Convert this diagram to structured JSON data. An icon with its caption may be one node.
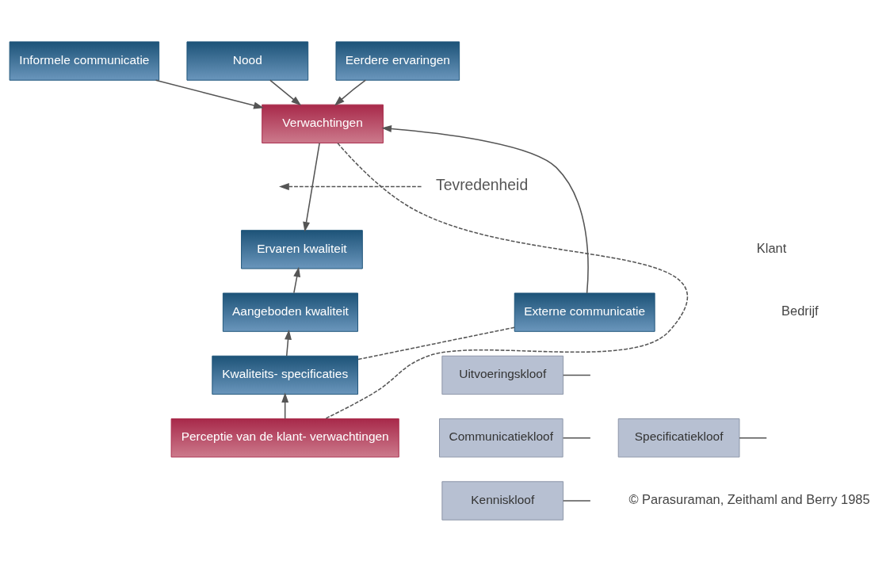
{
  "diagram": {
    "nodes": [
      {
        "text": [
          "Informele communicatie"
        ]
      },
      {
        "text": [
          "Nood"
        ]
      },
      {
        "text": [
          "Eerdere ervaringen"
        ]
      },
      {
        "text": [
          "Verwachtingen"
        ]
      },
      {
        "text": [
          "Tevredenheid"
        ]
      },
      {
        "text": [
          "Ervaren kwaliteit"
        ]
      },
      {
        "text": [
          "Aangeboden kwaliteit"
        ]
      },
      {
        "text": [
          "Externe communicatie"
        ]
      },
      {
        "text": [
          "Kwaliteits- specificaties"
        ]
      },
      {
        "text": [
          "Perceptie van de klant- verwachtingen"
        ]
      },
      {
        "text": [
          "Uitvoeringskloof"
        ]
      },
      {
        "text": [
          "Specificatiekloof"
        ]
      },
      {
        "text": [
          "Communicatiekloof"
        ]
      },
      {
        "text": [
          "Kenniskloof"
        ]
      }
    ],
    "edges": [
      {
        "from": 0,
        "to": 3,
        "arrow": "to"
      },
      {
        "from": 1,
        "to": 3,
        "arrow": "to"
      },
      {
        "from": 2,
        "to": 3,
        "arrow": "to"
      },
      {
        "from": 3,
        "to": 5,
        "arrow": "to"
      },
      {
        "from": 4,
        "to": null,
        "arrow": "to",
        "style": "dashed"
      },
      {
        "from": 6,
        "to": 5,
        "arrow": "to"
      },
      {
        "from": 7,
        "to": 3,
        "arrow": "to"
      },
      {
        "from": 8,
        "to": 6,
        "arrow": "to"
      },
      {
        "from": 9,
        "to": 8,
        "arrow": "to"
      },
      {
        "from": 3,
        "to": 9,
        "arrow": "none",
        "style": "dashed"
      },
      {
        "from": 8,
        "to": 7,
        "arrow": "none",
        "style": "dashed"
      },
      {
        "from": 10,
        "to": null,
        "arrow": "none"
      },
      {
        "from": 11,
        "to": null,
        "arrow": "none"
      },
      {
        "from": 12,
        "to": null,
        "arrow": "none"
      },
      {
        "from": 13,
        "to": null,
        "arrow": "none"
      }
    ],
    "labels": [
      "Klant",
      "Bedrijf",
      "© Parasuraman, Zeithaml and Berry 1985"
    ]
  }
}
